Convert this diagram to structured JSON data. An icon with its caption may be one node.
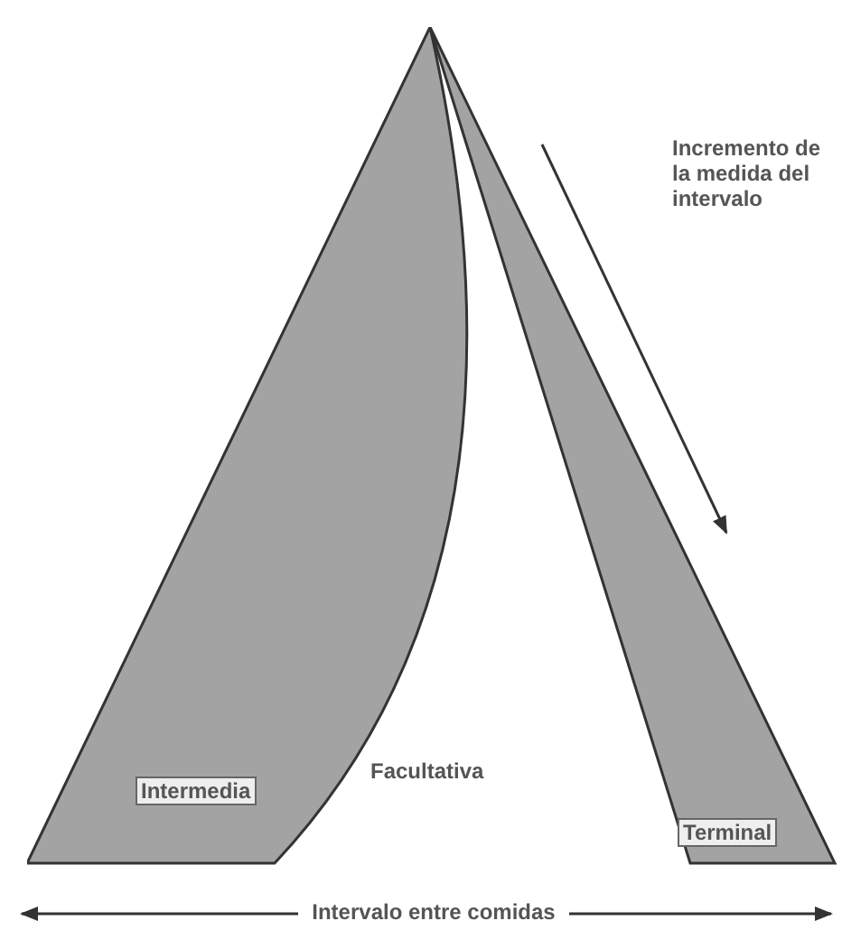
{
  "diagram": {
    "nodes": [
      {
        "text": [
          "Intermedia"
        ]
      },
      {
        "text": [
          "Facultativa"
        ]
      },
      {
        "text": [
          "Terminal"
        ]
      }
    ],
    "labels": [
      "Incremento de la medida del intervalo",
      "Intervalo entre comidas"
    ]
  }
}
